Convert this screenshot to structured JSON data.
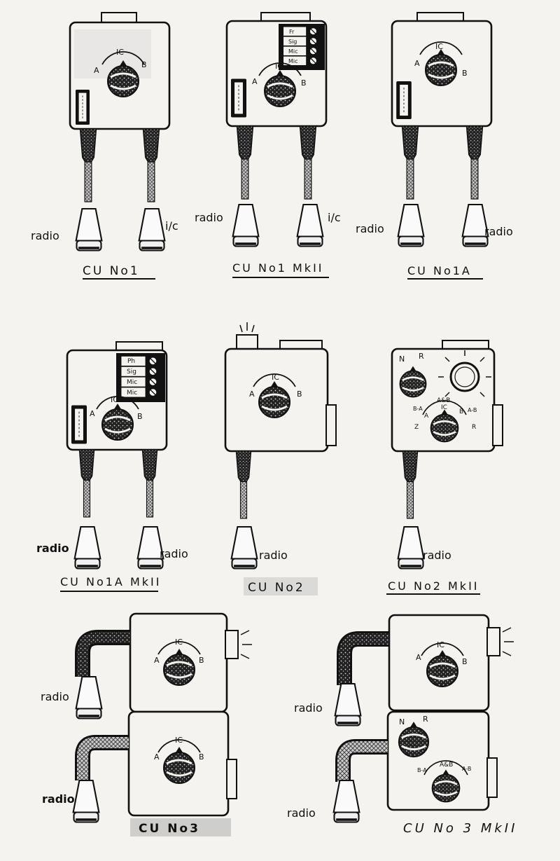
{
  "units": [
    {
      "caption": "CU No1",
      "dial": {
        "top": "IC",
        "left": "A",
        "right": "B"
      },
      "labels": {
        "left_plug": "radio",
        "right_plug": "i/c"
      }
    },
    {
      "caption": "CU No1 MkII",
      "dial": {
        "top": "IC",
        "left": "A",
        "right": "B"
      },
      "terminals": [
        "Fr",
        "Sig",
        "Mic",
        "Mic"
      ],
      "labels": {
        "left_plug": "radio",
        "right_plug": "i/c"
      }
    },
    {
      "caption": "CU No1A",
      "dial": {
        "top": "IC",
        "left": "A",
        "right": "B"
      },
      "labels": {
        "left_plug": "radio",
        "right_plug": "radio"
      }
    },
    {
      "caption": "CU No1A MkII",
      "dial": {
        "top": "IC",
        "left": "A",
        "right": "B"
      },
      "terminals": [
        "Ph",
        "Sig",
        "Mic",
        "Mic"
      ],
      "labels": {
        "left_plug": "radio",
        "right_plug": "radio"
      }
    },
    {
      "caption": "CU No2",
      "dial": {
        "top": "IC",
        "left": "A",
        "right": "B"
      },
      "labels": {
        "plug": "radio"
      }
    },
    {
      "caption": "CU No2 MkII",
      "nr_switch": {
        "left": "N",
        "right": "R"
      },
      "dial": {
        "top": "A&B",
        "mid": "IC",
        "left": "B-A",
        "left2": "A",
        "right": "B",
        "right2": "A-B",
        "far_left": "Z",
        "far_right": "R"
      },
      "labels": {
        "plug": "radio"
      }
    },
    {
      "caption": "CU No3",
      "upper_dial": {
        "top": "IC",
        "left": "A",
        "right": "B"
      },
      "lower_dial": {
        "top": "IC",
        "left": "A",
        "right": "B"
      },
      "labels": {
        "upper_plug": "radio",
        "lower_plug": "radio"
      }
    },
    {
      "caption": "CU No 3 MkII",
      "upper_dial": {
        "top": "IC",
        "left": "A",
        "right": "B"
      },
      "nr_switch": {
        "left": "N",
        "right": "R"
      },
      "lower_dial": {
        "top": "A&B",
        "left": "B-A",
        "right": "A-B"
      },
      "labels": {
        "upper_plug": "radio",
        "lower_plug": "radio"
      }
    }
  ]
}
